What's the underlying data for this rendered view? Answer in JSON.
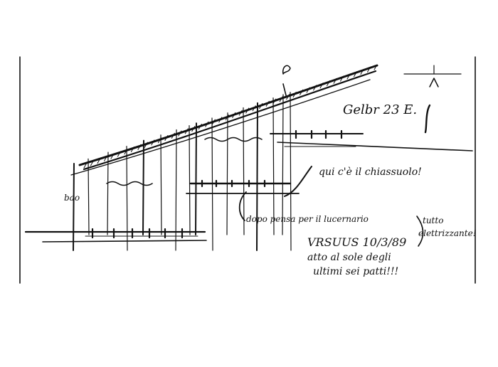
{
  "sketch": {
    "ink_color": "#111111",
    "paper_color": "#ffffff",
    "annotations": {
      "top_right": "Gelbr 23 E.",
      "middle_right": "qui c'è il chiassuolo!",
      "left_small": "bao",
      "center_note": "dopo pensa per il lucernario",
      "date_line1": "VRSUUS 10/3/89",
      "date_line2": "atto al sole degli",
      "date_line3": "ultimi sei patti!!!",
      "far_right_line1": "tutto",
      "far_right_line2": "elettrizzante!"
    }
  }
}
